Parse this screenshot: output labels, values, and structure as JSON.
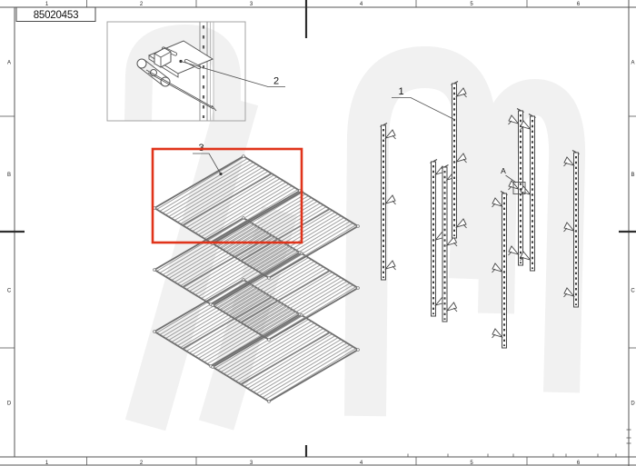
{
  "title_block": {
    "drawing_number": "85020453"
  },
  "frame": {
    "column_labels": [
      "1",
      "2",
      "3",
      "4",
      "5",
      "6"
    ],
    "row_labels": [
      "A",
      "B",
      "C",
      "D"
    ]
  },
  "callouts": {
    "rail_label": "1",
    "bracket_label": "2",
    "shelf_label": "3",
    "detail_label": "A"
  },
  "colors": {
    "highlight": "#e0341b"
  }
}
